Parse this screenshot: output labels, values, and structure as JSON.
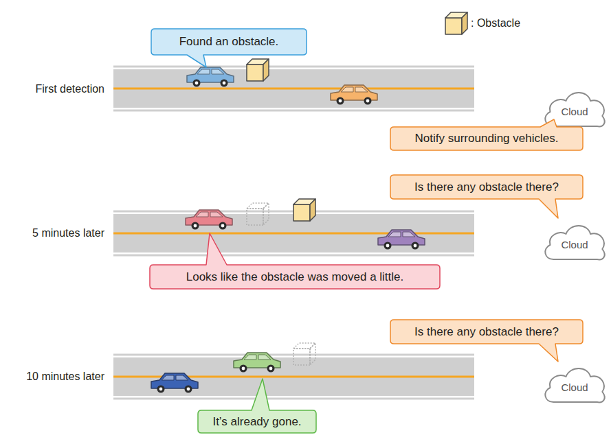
{
  "diagram": {
    "nodes": [
      {
        "text": [
          "Found an obstacle."
        ]
      },
      {
        "text": [
          "Cloud"
        ]
      },
      {
        "text": [
          "Notify surrounding vehicles."
        ]
      },
      {
        "text": [
          "Is there any obstacle there?"
        ]
      },
      {
        "text": [
          "Cloud"
        ]
      },
      {
        "text": [
          "Looks like the obstacle was moved a little."
        ]
      },
      {
        "text": [
          "Is there any obstacle there?"
        ]
      },
      {
        "text": [
          "Cloud"
        ]
      },
      {
        "text": [
          "It’s already gone."
        ]
      }
    ],
    "labels": [
      "First detection",
      "5 minutes later",
      "10 minutes later"
    ],
    "legend": [
      {
        "text": ": Obstacle"
      }
    ]
  }
}
